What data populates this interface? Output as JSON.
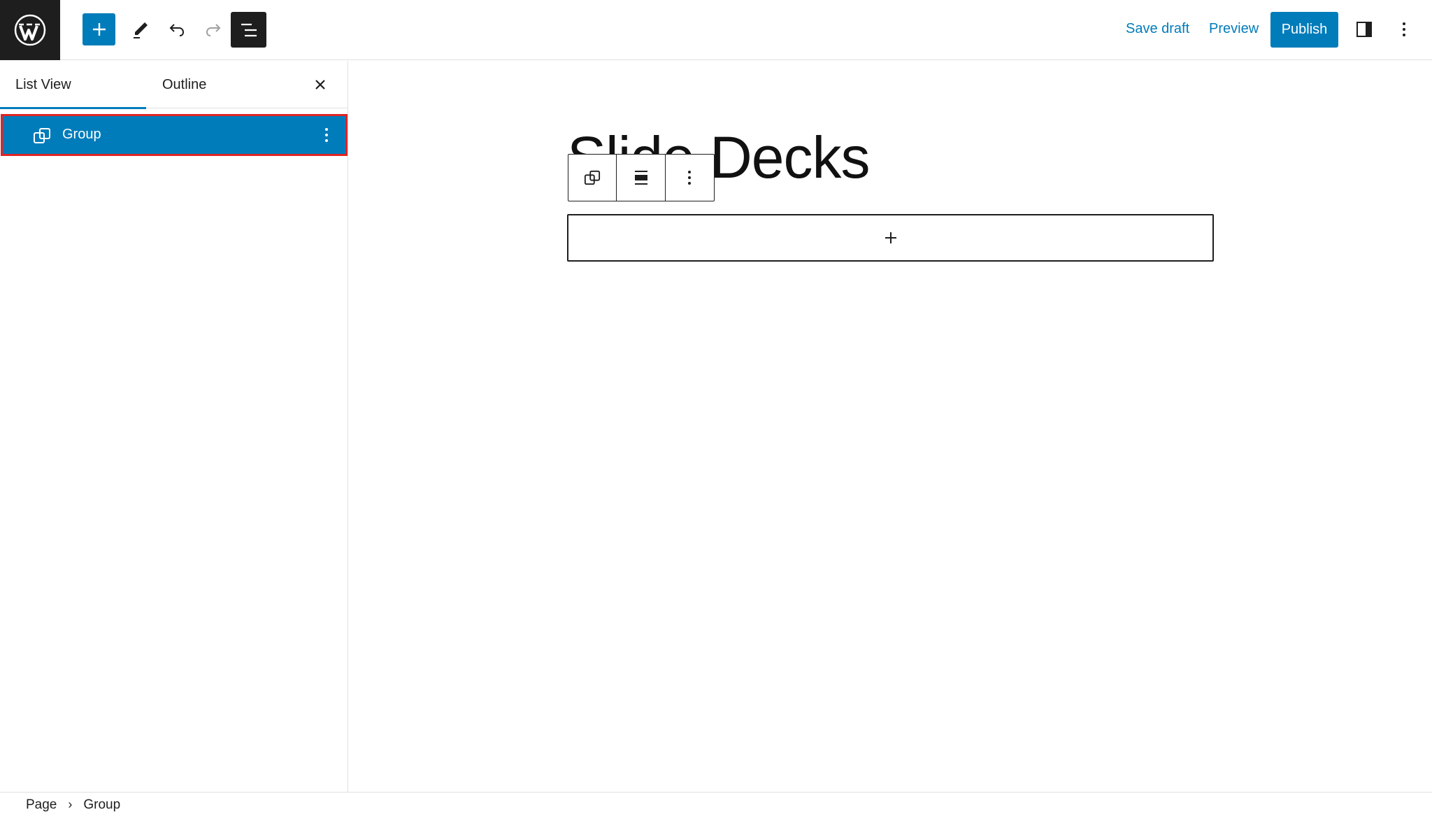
{
  "colors": {
    "accent": "#007cba",
    "dark": "#1e1e1e",
    "highlight_outline": "#e02424"
  },
  "header": {
    "logo_icon": "wordpress-logo-icon",
    "inserter_icon": "plus-icon",
    "tools_icon": "pencil-icon",
    "undo_icon": "undo-icon",
    "redo_icon": "redo-icon",
    "list_view_icon": "list-view-icon",
    "save_draft_label": "Save draft",
    "preview_label": "Preview",
    "publish_label": "Publish",
    "settings_icon": "sidebar-toggle-icon",
    "options_icon": "more-vertical-icon"
  },
  "sidebar": {
    "tabs": [
      {
        "label": "List View",
        "active": true
      },
      {
        "label": "Outline",
        "active": false
      }
    ],
    "close_icon": "close-icon",
    "items": [
      {
        "label": "Group",
        "icon": "group-icon",
        "selected": true,
        "menu_icon": "more-vertical-icon"
      }
    ]
  },
  "canvas": {
    "title": "Slide Decks",
    "block_toolbar": {
      "buttons": [
        "group-icon",
        "align-icon",
        "more-vertical-icon"
      ]
    },
    "group_block_icon": "plus-icon"
  },
  "footer": {
    "breadcrumbs": [
      "Page",
      "Group"
    ],
    "separator_icon": "chevron-right-icon"
  }
}
